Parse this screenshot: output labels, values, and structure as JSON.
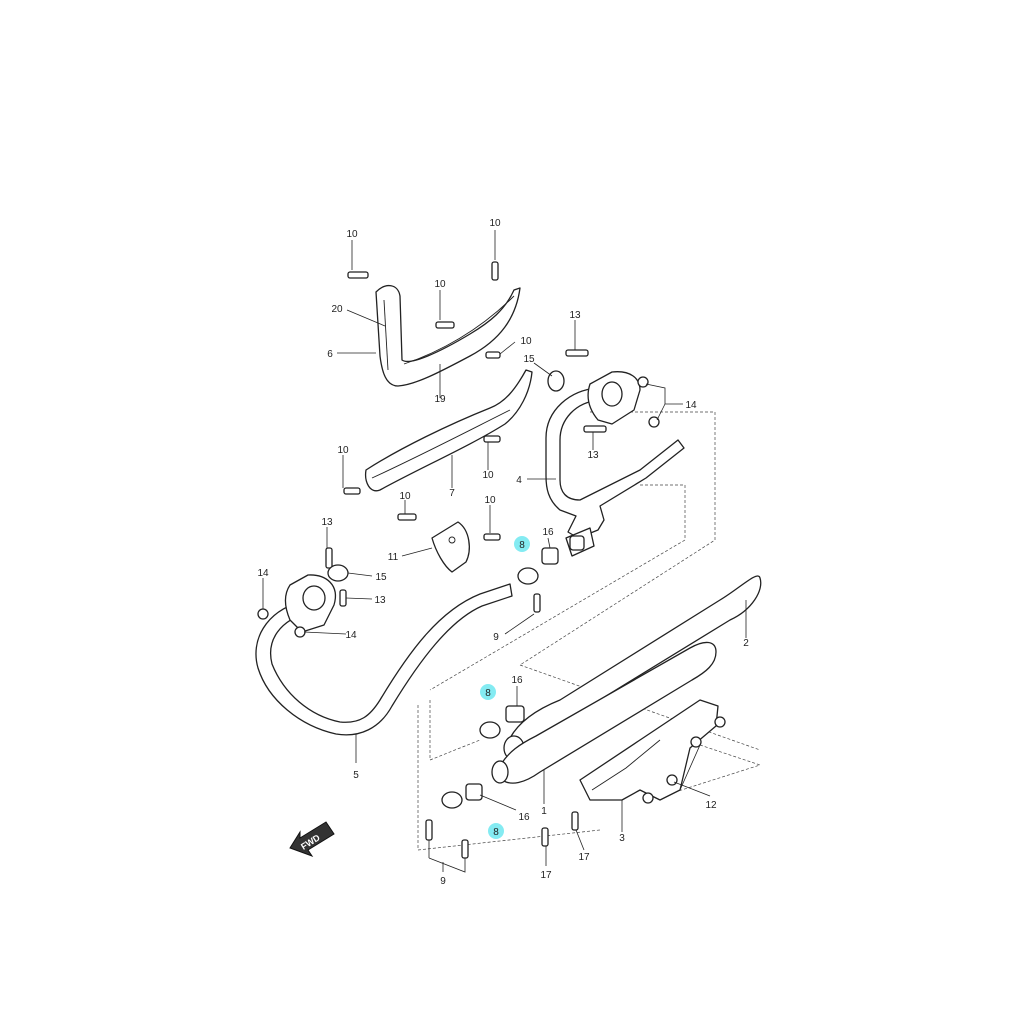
{
  "diagram": {
    "fwd_label": "FWD",
    "highlight_color": "#6ee7f0",
    "callouts": [
      {
        "id": "c10a",
        "label": "10"
      },
      {
        "id": "c10b",
        "label": "10"
      },
      {
        "id": "c10c",
        "label": "10"
      },
      {
        "id": "c10d",
        "label": "10"
      },
      {
        "id": "c10e",
        "label": "10"
      },
      {
        "id": "c10f",
        "label": "10"
      },
      {
        "id": "c10g",
        "label": "10"
      },
      {
        "id": "c10h",
        "label": "10"
      },
      {
        "id": "c20",
        "label": "20"
      },
      {
        "id": "c6",
        "label": "6"
      },
      {
        "id": "c19",
        "label": "19"
      },
      {
        "id": "c7",
        "label": "7"
      },
      {
        "id": "c13a",
        "label": "13"
      },
      {
        "id": "c13b",
        "label": "13"
      },
      {
        "id": "c13c",
        "label": "13"
      },
      {
        "id": "c13d",
        "label": "13"
      },
      {
        "id": "c15a",
        "label": "15"
      },
      {
        "id": "c15b",
        "label": "15"
      },
      {
        "id": "c14a",
        "label": "14"
      },
      {
        "id": "c14b",
        "label": "14"
      },
      {
        "id": "c14c",
        "label": "14"
      },
      {
        "id": "c4",
        "label": "4"
      },
      {
        "id": "c11",
        "label": "11"
      },
      {
        "id": "c16a",
        "label": "16"
      },
      {
        "id": "c16b",
        "label": "16"
      },
      {
        "id": "c16c",
        "label": "16"
      },
      {
        "id": "c8a",
        "label": "8"
      },
      {
        "id": "c8b",
        "label": "8"
      },
      {
        "id": "c8c",
        "label": "8"
      },
      {
        "id": "c9a",
        "label": "9"
      },
      {
        "id": "c9b",
        "label": "9"
      },
      {
        "id": "c5",
        "label": "5"
      },
      {
        "id": "c2",
        "label": "2"
      },
      {
        "id": "c1",
        "label": "1"
      },
      {
        "id": "c3",
        "label": "3"
      },
      {
        "id": "c12",
        "label": "12"
      },
      {
        "id": "c17a",
        "label": "17"
      },
      {
        "id": "c17b",
        "label": "17"
      }
    ]
  }
}
